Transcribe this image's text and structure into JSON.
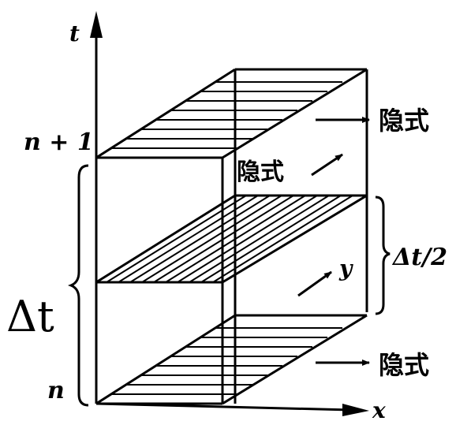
{
  "axes": {
    "t_label": "t",
    "x_label": "x",
    "y_label": "y"
  },
  "levels": {
    "n_plus_1": "n + 1",
    "n": "n"
  },
  "annotations": {
    "implicit_top": "隐式",
    "implicit_middle": "隐式",
    "implicit_bottom": "隐式",
    "half_step": "Δt/2",
    "full_step": "Δt"
  }
}
